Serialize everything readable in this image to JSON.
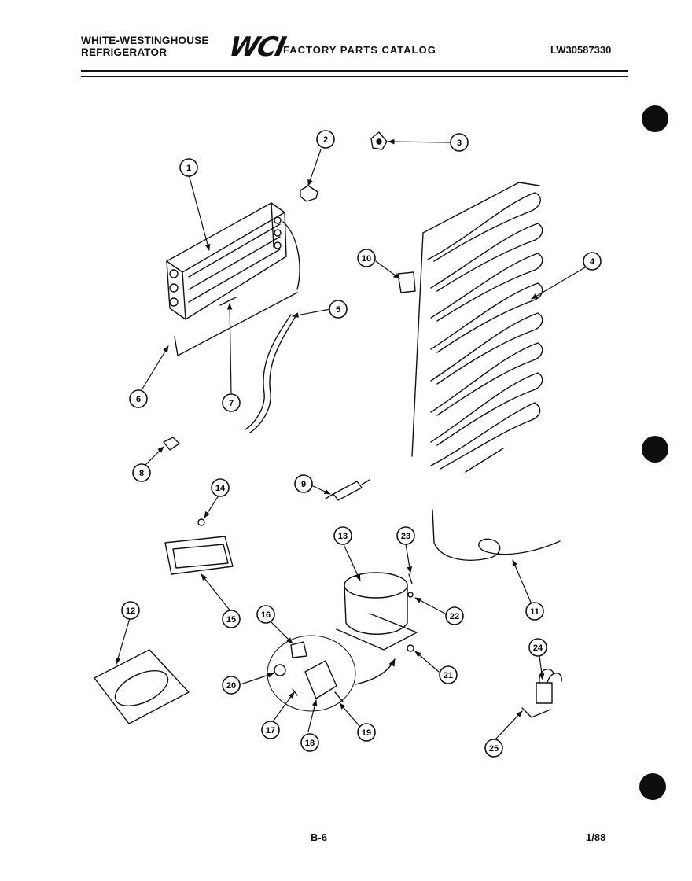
{
  "header": {
    "brand_line1": "WHITE-WESTINGHOUSE",
    "brand_line2": "REFRIGERATOR",
    "logo": "WCI",
    "catalog_title": "FACTORY PARTS CATALOG",
    "model_number": "LW30587330"
  },
  "footer": {
    "page": "B-6",
    "date": "1/88"
  },
  "callouts": [
    {
      "id": "callout-1",
      "label": "1"
    },
    {
      "id": "callout-2",
      "label": "2"
    },
    {
      "id": "callout-3",
      "label": "3"
    },
    {
      "id": "callout-4",
      "label": "4"
    },
    {
      "id": "callout-5",
      "label": "5"
    },
    {
      "id": "callout-6",
      "label": "6"
    },
    {
      "id": "callout-7",
      "label": "7"
    },
    {
      "id": "callout-8",
      "label": "8"
    },
    {
      "id": "callout-9",
      "label": "9"
    },
    {
      "id": "callout-10",
      "label": "10"
    },
    {
      "id": "callout-11",
      "label": "11"
    },
    {
      "id": "callout-12",
      "label": "12"
    },
    {
      "id": "callout-13",
      "label": "13"
    },
    {
      "id": "callout-14",
      "label": "14"
    },
    {
      "id": "callout-15",
      "label": "15"
    },
    {
      "id": "callout-16",
      "label": "16"
    },
    {
      "id": "callout-17",
      "label": "17"
    },
    {
      "id": "callout-18",
      "label": "18"
    },
    {
      "id": "callout-19",
      "label": "19"
    },
    {
      "id": "callout-20",
      "label": "20"
    },
    {
      "id": "callout-21",
      "label": "21"
    },
    {
      "id": "callout-22",
      "label": "22"
    },
    {
      "id": "callout-23",
      "label": "23"
    },
    {
      "id": "callout-24",
      "label": "24"
    },
    {
      "id": "callout-25",
      "label": "25"
    }
  ]
}
